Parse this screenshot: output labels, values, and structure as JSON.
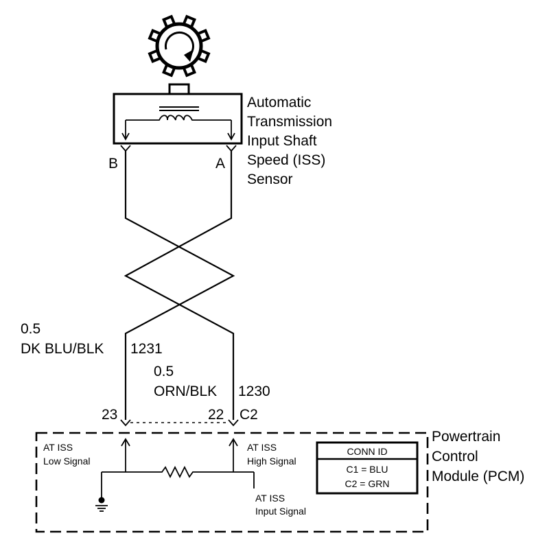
{
  "sensor": {
    "label_lines": [
      "Automatic",
      "Transmission",
      "Input Shaft",
      "Speed (ISS)",
      "Sensor"
    ],
    "terminal_b": "B",
    "terminal_a": "A"
  },
  "wires": {
    "left": {
      "gauge": "0.5",
      "color": "DK BLU/BLK",
      "circuit": "1231",
      "pin": "23"
    },
    "right": {
      "gauge": "0.5",
      "color": "ORN/BLK",
      "circuit": "1230",
      "pin": "22"
    },
    "connector": "C2"
  },
  "pcm": {
    "label_lines": [
      "Powertrain",
      "Control",
      "Module (PCM)"
    ],
    "low_signal": [
      "AT ISS",
      "Low Signal"
    ],
    "high_signal": [
      "AT ISS",
      "High Signal"
    ],
    "input_signal": [
      "AT ISS",
      "Input Signal"
    ],
    "conn_id": {
      "title": "CONN ID",
      "rows": [
        "C1 = BLU",
        "C2 = GRN"
      ]
    }
  }
}
